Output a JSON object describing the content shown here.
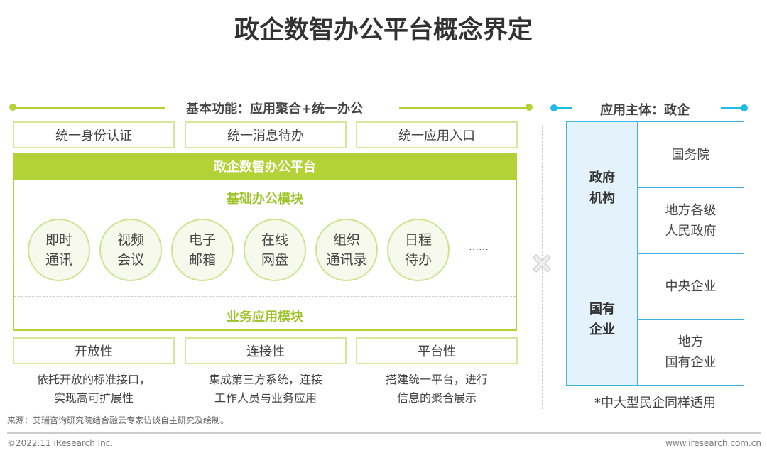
{
  "title": "政企数智办公平台概念界定",
  "left_header": "基本功能：应用聚合+统一办公",
  "right_header": "应用主体：政企",
  "top_boxes": [
    "统一身份认证",
    "统一消息待办",
    "统一应用入口"
  ],
  "platform": "政企数智办公平台",
  "basic_module": "基础办公模块",
  "circles": [
    [
      "即时",
      "通讯"
    ],
    [
      "视频",
      "会议"
    ],
    [
      "电子",
      "邮箱"
    ],
    [
      "在线",
      "网盘"
    ],
    [
      "组织",
      "通讯录"
    ],
    [
      "日程",
      "待办"
    ]
  ],
  "ellipsis": "……",
  "business_module": "业务应用模块",
  "bottom_boxes": [
    "开放性",
    "连接性",
    "平台性"
  ],
  "descriptions": [
    [
      "依托开放的标准接口，",
      "实现高可扩展性"
    ],
    [
      "集成第三方系统，连接",
      "工作人员与业务应用"
    ],
    [
      "搭建统一平台，进行",
      "信息的聚合展示"
    ]
  ],
  "table": {
    "groups": [
      {
        "name": [
          "政府",
          "机构"
        ],
        "items": [
          [
            "国务院"
          ],
          [
            "地方各级",
            "人民政府"
          ]
        ]
      },
      {
        "name": [
          "国有",
          "企业"
        ],
        "items": [
          [
            "中央企业"
          ],
          [
            "地方",
            "国有企业"
          ]
        ]
      }
    ]
  },
  "note": "*中大型民企同样适用",
  "source": "来源：艾瑞咨询研究院结合融云专家访谈自主研究及绘制。",
  "copyright": "©2022.11 iResearch Inc.",
  "website": "www.iresearch.com.cn",
  "colors": {
    "green": "#b2d235",
    "blue": "#3db4e5"
  }
}
